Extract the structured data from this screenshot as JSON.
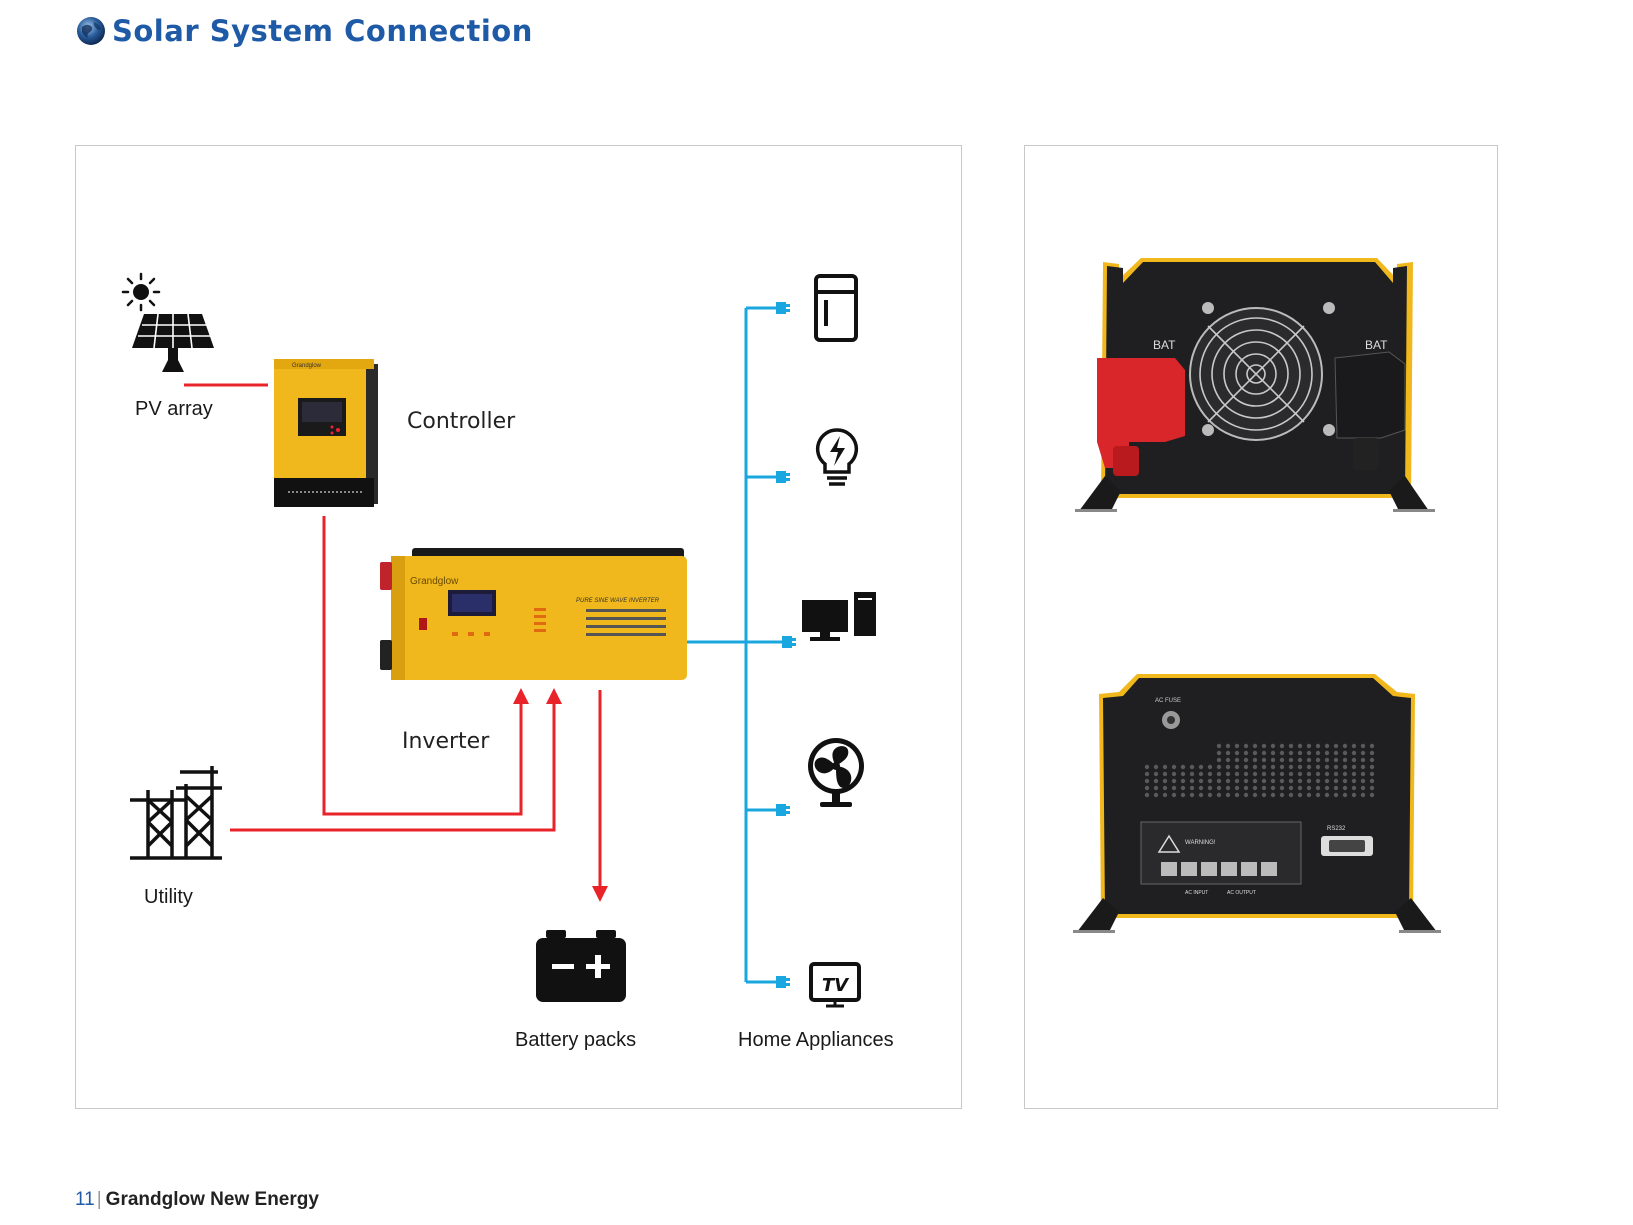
{
  "header": {
    "title": "Solar System Connection"
  },
  "diagram": {
    "pv_label": "PV array",
    "controller_label": "Controller",
    "inverter_label": "Inverter",
    "utility_label": "Utility",
    "battery_label": "Battery packs",
    "appliances_label": "Home Appliances",
    "controller_brand": "Grandglow",
    "inverter_brand": "Grandglow",
    "inverter_model": "PURE SINE WAVE INVERTER",
    "tv_text": "TV"
  },
  "product_photos": {
    "top_left_label": "BAT",
    "top_right_label": "BAT",
    "fuse_label": "AC FUSE",
    "warning_label": "WARNING!",
    "rs_label": "RS232",
    "ac_input_label": "AC INPUT",
    "ac_output_label": "AC OUTPUT"
  },
  "footer": {
    "page_number": "11",
    "separator": "|",
    "brand": "Grandglow New Energy"
  },
  "colors": {
    "title": "#1f5aa6",
    "dc_line": "#e8232a",
    "ac_line": "#1aa7df",
    "device_yellow": "#f0b81c"
  }
}
